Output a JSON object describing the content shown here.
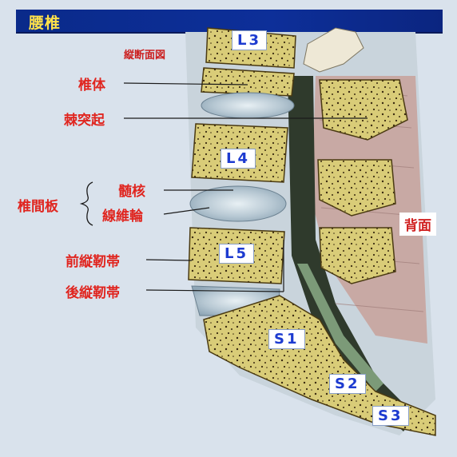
{
  "title": "腰椎",
  "section_link": "縦断面図",
  "arrow_icon": "triangle-right-icon",
  "labels": {
    "vertebral_body": "椎体",
    "spinous_process": "棘突起",
    "intervertebral_disc": "椎間板",
    "nucleus": "髄核",
    "annulus": "線維輪",
    "anterior_ligament": "前縦靭帯",
    "posterior_ligament": "後縦靭帯",
    "back": "背面"
  },
  "vertebrae": {
    "l3": "L3",
    "l4": "L4",
    "l5": "L5",
    "s1": "S1",
    "s2": "S2",
    "s3": "S3"
  },
  "colors": {
    "title_text": "#ffe24a",
    "title_bg": "#0d2f99",
    "label_red": "#e0251f",
    "bone": "#d8cc7a",
    "disc": "#b9c9d4"
  }
}
